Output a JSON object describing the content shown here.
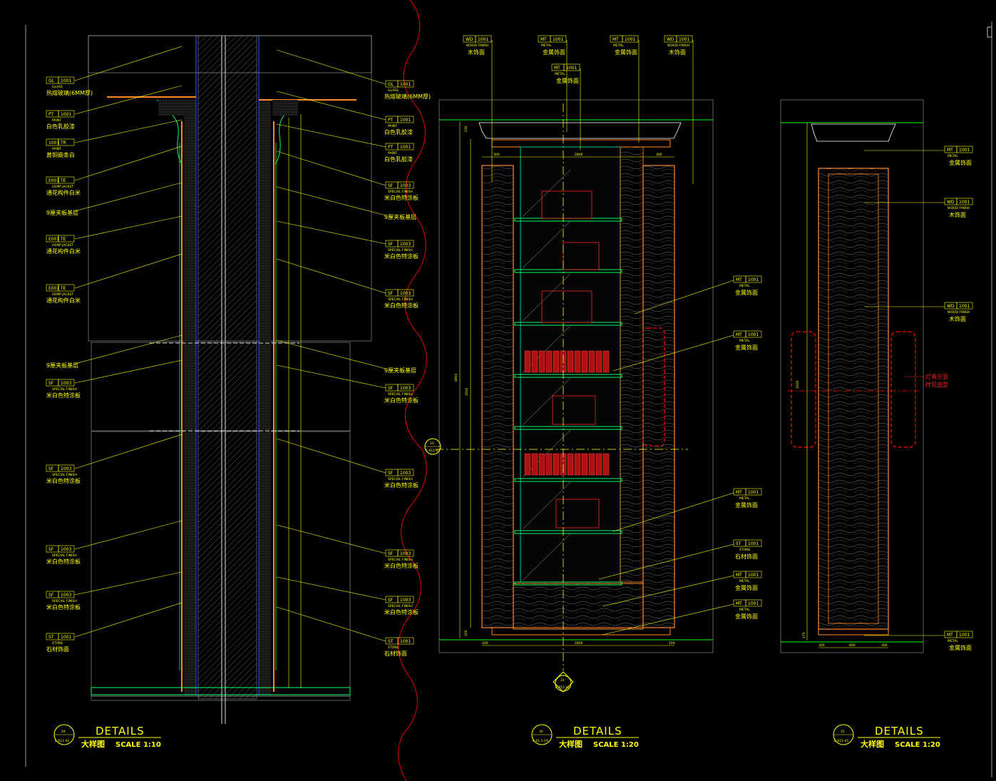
{
  "colors": {
    "background": "#000000",
    "yellow": "#ffff00",
    "red": "#ff0000",
    "orange": "#ff8a2a",
    "green": "#00ff00",
    "white": "#ffffff",
    "grey": "#8a8a8a"
  },
  "details": [
    {
      "id": "d29",
      "number": "29",
      "ref": "E-011-01",
      "title": "DETAILS",
      "subtitle": "大样图",
      "scale": "SCALE  1:10"
    },
    {
      "id": "d30",
      "number": "30",
      "ref": "E-01.1-19",
      "title": "DETAILS",
      "subtitle": "大样图",
      "scale": "SCALE  1:20"
    },
    {
      "id": "d31",
      "number": "31",
      "ref": "E-011-01",
      "title": "DETAILS",
      "subtitle": "大样图",
      "scale": "SCALE  1:20"
    }
  ],
  "left_tags": [
    {
      "code": "GL",
      "num": "1001",
      "en": "GLASS",
      "cn": "热熔玻璃(6MM厚)"
    },
    {
      "code": "PT",
      "num": "1001",
      "en": "PAINT",
      "cn": "白色乳胶漆"
    },
    {
      "code": "1001",
      "num": "TR",
      "en": "PAINT",
      "cn": "黄铜嵌条白"
    },
    {
      "code": "E001",
      "num": "TE",
      "en": "HEMP JACKET",
      "cn": "通花构件白米"
    },
    {
      "code": "",
      "num": "",
      "en": "",
      "cn": "9厘夹板基层"
    },
    {
      "code": "E001",
      "num": "TE",
      "en": "HEMP JACKET",
      "cn": "通花构件白米"
    },
    {
      "code": "E001",
      "num": "TE",
      "en": "HEMP JACKET",
      "cn": "通花构件白米"
    },
    {
      "code": "",
      "num": "",
      "en": "",
      "cn": "9厘夹板基层"
    },
    {
      "code": "SF",
      "num": "1003",
      "en": "SPECIAL FINISH",
      "cn": "米白色特涂板"
    },
    {
      "code": "SF",
      "num": "1003",
      "en": "SPECIAL FINISH",
      "cn": "米白色特涂板"
    },
    {
      "code": "SF",
      "num": "1003",
      "en": "SPECIAL FINISH",
      "cn": "米白色特涂板"
    },
    {
      "code": "SF",
      "num": "1003",
      "en": "SPECIAL FINISH",
      "cn": "米白色特涂板"
    },
    {
      "code": "ST",
      "num": "1001",
      "en": "STONE",
      "cn": "石材饰面"
    }
  ],
  "right_tags": [
    {
      "code": "GL",
      "num": "1001",
      "en": "GLASS",
      "cn": "热熔玻璃(6MM厚)"
    },
    {
      "code": "PT",
      "num": "1001",
      "en": "PAINT",
      "cn": "白色乳胶漆"
    },
    {
      "code": "PT",
      "num": "1001",
      "en": "PAINT",
      "cn": "白色乳胶漆"
    },
    {
      "code": "SF",
      "num": "1003",
      "en": "SPECIAL FINISH",
      "cn": "米白色特涂板"
    },
    {
      "code": "",
      "num": "",
      "en": "",
      "cn": "9厘夹板基层"
    },
    {
      "code": "SF",
      "num": "1003",
      "en": "SPECIAL FINISH",
      "cn": "米白色特涂板"
    },
    {
      "code": "SF",
      "num": "1003",
      "en": "SPECIAL FINISH",
      "cn": "米白色特涂板"
    },
    {
      "code": "",
      "num": "",
      "en": "",
      "cn": "9厘夹板基层"
    },
    {
      "code": "SF",
      "num": "1003",
      "en": "SPECIAL FINISH",
      "cn": "米白色特涂板"
    },
    {
      "code": "SF",
      "num": "1003",
      "en": "SPECIAL FINISH",
      "cn": "米白色特涂板"
    },
    {
      "code": "SF",
      "num": "1003",
      "en": "SPECIAL FINISH",
      "cn": "米白色特涂板"
    },
    {
      "code": "SF",
      "num": "1003",
      "en": "SPECIAL FINISH",
      "cn": "米白色特涂板"
    },
    {
      "code": "ST",
      "num": "1001",
      "en": "STONE",
      "cn": "石材饰面"
    }
  ],
  "mid_top_tags": [
    {
      "code": "WD",
      "num": "1001",
      "en": "WOOD FINISH",
      "cn": "木饰面"
    },
    {
      "code": "MT",
      "num": "1001",
      "en": "METAL",
      "cn": "金属饰面"
    },
    {
      "code": "MT",
      "num": "1001",
      "en": "METAL",
      "cn": "金属饰面"
    },
    {
      "code": "MT",
      "num": "1001",
      "en": "METAL",
      "cn": "金属饰面"
    },
    {
      "code": "WD",
      "num": "1001",
      "en": "WOOD FINISH",
      "cn": "木饰面"
    }
  ],
  "mid_right_tags": [
    {
      "code": "MT",
      "num": "1001",
      "en": "METAL",
      "cn": "金属饰面"
    },
    {
      "code": "MT",
      "num": "1001",
      "en": "METAL",
      "cn": "金属饰面"
    },
    {
      "code": "MT",
      "num": "1001",
      "en": "METAL",
      "cn": "金属饰面"
    },
    {
      "code": "ST",
      "num": "1001",
      "en": "STONE",
      "cn": "石材饰面"
    },
    {
      "code": "MT",
      "num": "1001",
      "en": "METAL",
      "cn": "金属饰面"
    },
    {
      "code": "MT",
      "num": "1001",
      "en": "METAL",
      "cn": "金属饰面"
    }
  ],
  "far_right_tags": [
    {
      "code": "MT",
      "num": "1001",
      "en": "METAL",
      "cn": "金属饰面"
    },
    {
      "code": "WD",
      "num": "1001",
      "en": "WOOD FINISH",
      "cn": "木饰面"
    },
    {
      "code": "WD",
      "num": "1001",
      "en": "WOOD FINISH",
      "cn": "木饰面"
    },
    {
      "code": "MT",
      "num": "1001",
      "en": "METAL",
      "cn": "金属饰面"
    }
  ],
  "lamp_note": [
    "灯具示意",
    "样见选型"
  ],
  "section_marks": [
    {
      "num": "31",
      "ref": "E-011-01"
    },
    {
      "num": "31",
      "ref": "E-011-01"
    }
  ],
  "dims_mid": {
    "top": "2800",
    "bottom": "2800",
    "left_total": "4800",
    "left_mid": "3500",
    "side_a": "300",
    "side_b": "300",
    "foot_a": "100",
    "foot_b": "100",
    "cap": "230",
    "base": "200"
  },
  "dims_right": {
    "mid": "800",
    "side_a": "300",
    "side_b": "300",
    "lamp": "1000",
    "base": "175"
  }
}
